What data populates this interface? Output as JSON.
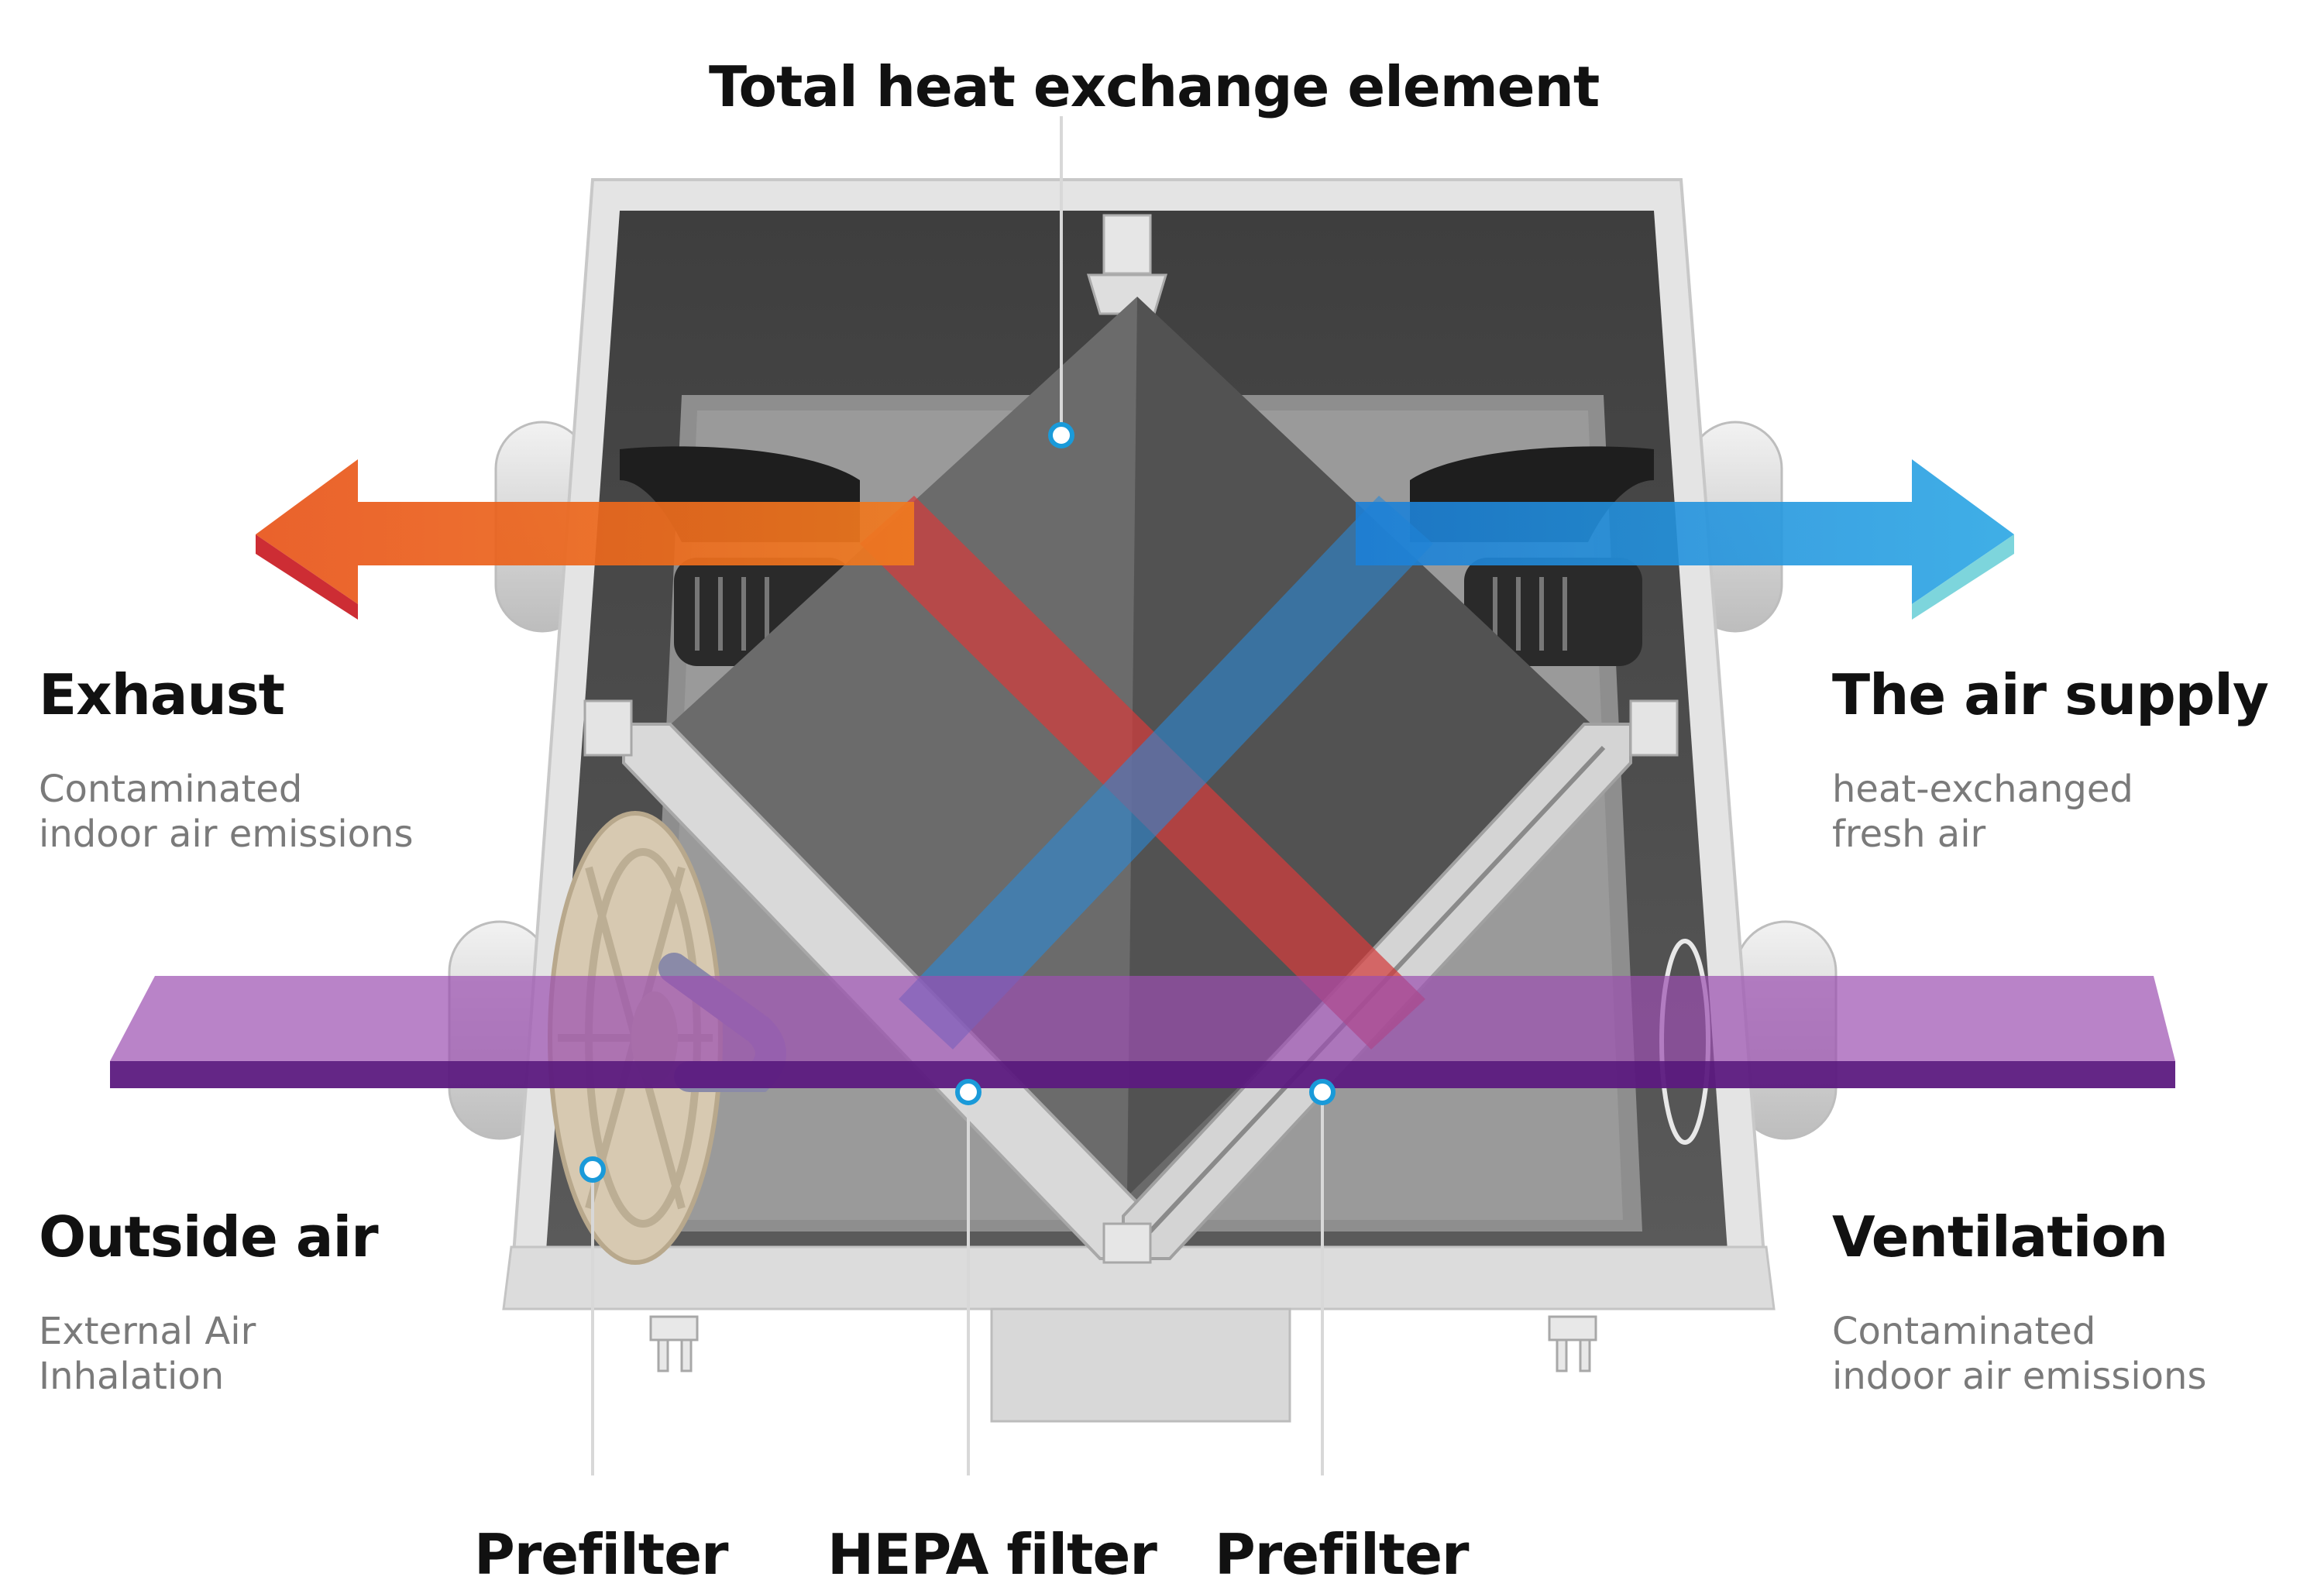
{
  "labels": {
    "heat_exchange_element": "Total heat exchange element",
    "exhaust": {
      "title": "Exhaust",
      "lines": [
        "Contaminated",
        "indoor air emissions"
      ]
    },
    "air_supply": {
      "title": "The air supply",
      "lines": [
        "heat-exchanged",
        "fresh air"
      ]
    },
    "outside_air": {
      "title": "Outside air",
      "lines": [
        "External Air",
        "Inhalation"
      ]
    },
    "ventilation": {
      "title": "Ventilation",
      "lines": [
        "Contaminated",
        "indoor air emissions"
      ]
    },
    "bottom": [
      "Prefilter",
      "HEPA filter",
      "Prefilter"
    ]
  },
  "colors": {
    "exhaust_arrow": "#e8541a",
    "supply_arrow": "#1f9ee0",
    "outside_band": "#9b4fb0",
    "housing": "#e3e3e3",
    "interior": "#4a4a4a",
    "core": "#6a6a6a"
  },
  "icons": [
    "callout-dot",
    "exhaust-arrow",
    "supply-arrow"
  ]
}
